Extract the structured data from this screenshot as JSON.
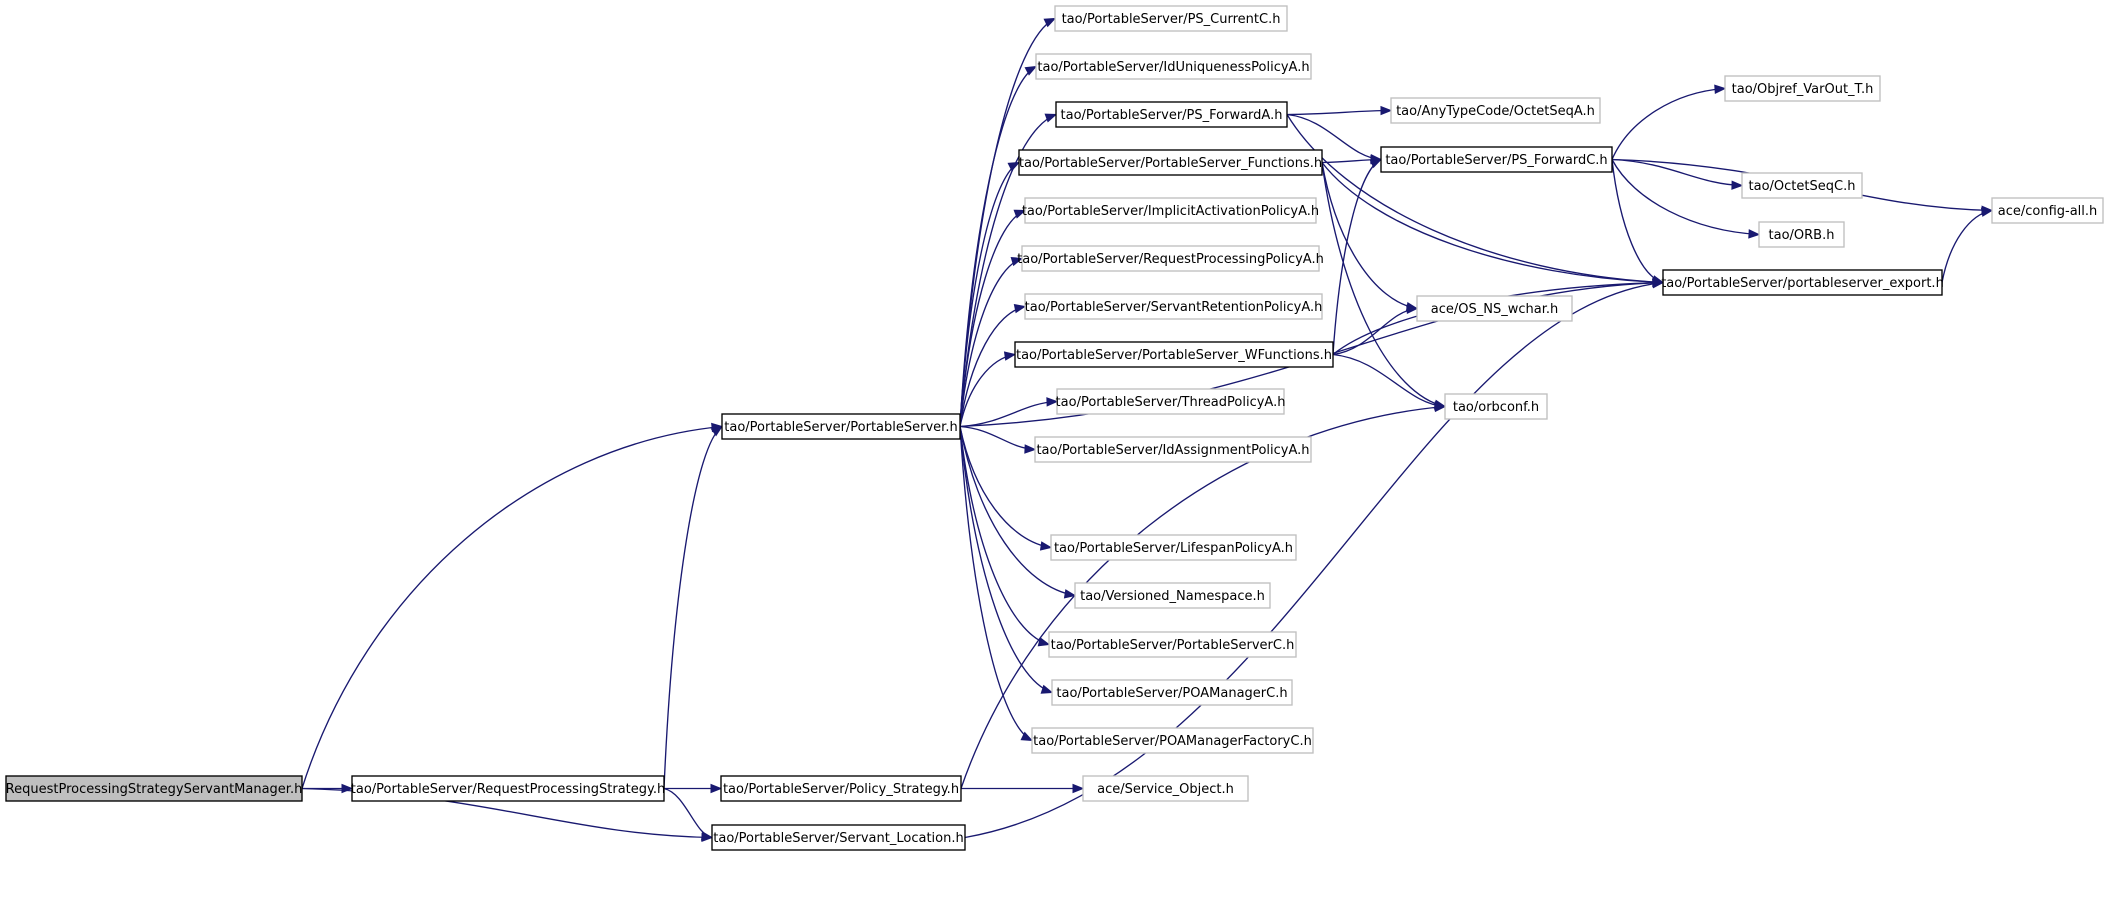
{
  "nodes": [
    {
      "id": "root",
      "label": "RequestProcessingStrategyServantManager.h",
      "kind": "root"
    },
    {
      "id": "rps",
      "label": "tao/PortableServer/RequestProcessingStrategy.h",
      "kind": "strong"
    },
    {
      "id": "pol",
      "label": "tao/PortableServer/Policy_Strategy.h",
      "kind": "strong"
    },
    {
      "id": "svc",
      "label": "ace/Service_Object.h",
      "kind": "light"
    },
    {
      "id": "sloc",
      "label": "tao/PortableServer/Servant_Location.h",
      "kind": "strong"
    },
    {
      "id": "psh",
      "label": "tao/PortableServer/PortableServer.h",
      "kind": "strong"
    },
    {
      "id": "curc",
      "label": "tao/PortableServer/PS_CurrentC.h",
      "kind": "light"
    },
    {
      "id": "iduniq",
      "label": "tao/PortableServer/IdUniquenessPolicyA.h",
      "kind": "light"
    },
    {
      "id": "fwda",
      "label": "tao/PortableServer/PS_ForwardA.h",
      "kind": "strong"
    },
    {
      "id": "anytc",
      "label": "tao/AnyTypeCode/OctetSeqA.h",
      "kind": "light"
    },
    {
      "id": "func",
      "label": "tao/PortableServer/PortableServer_Functions.h",
      "kind": "strong"
    },
    {
      "id": "fwdc",
      "label": "tao/PortableServer/PS_ForwardC.h",
      "kind": "strong"
    },
    {
      "id": "objref",
      "label": "tao/Objref_VarOut_T.h",
      "kind": "light"
    },
    {
      "id": "octc",
      "label": "tao/OctetSeqC.h",
      "kind": "light"
    },
    {
      "id": "orb",
      "label": "tao/ORB.h",
      "kind": "light"
    },
    {
      "id": "cfg",
      "label": "ace/config-all.h",
      "kind": "light"
    },
    {
      "id": "impl",
      "label": "tao/PortableServer/ImplicitActivationPolicyA.h",
      "kind": "light"
    },
    {
      "id": "reqp",
      "label": "tao/PortableServer/RequestProcessingPolicyA.h",
      "kind": "light"
    },
    {
      "id": "sret",
      "label": "tao/PortableServer/ServantRetentionPolicyA.h",
      "kind": "light"
    },
    {
      "id": "wfunc",
      "label": "tao/PortableServer/PortableServer_WFunctions.h",
      "kind": "strong"
    },
    {
      "id": "exp",
      "label": "tao/PortableServer/portableserver_export.h",
      "kind": "strong"
    },
    {
      "id": "wchar",
      "label": "ace/OS_NS_wchar.h",
      "kind": "light"
    },
    {
      "id": "orbconf",
      "label": "tao/orbconf.h",
      "kind": "light"
    },
    {
      "id": "thread",
      "label": "tao/PortableServer/ThreadPolicyA.h",
      "kind": "light"
    },
    {
      "id": "idasg",
      "label": "tao/PortableServer/IdAssignmentPolicyA.h",
      "kind": "light"
    },
    {
      "id": "life",
      "label": "tao/PortableServer/LifespanPolicyA.h",
      "kind": "light"
    },
    {
      "id": "vns",
      "label": "tao/Versioned_Namespace.h",
      "kind": "light"
    },
    {
      "id": "psc",
      "label": "tao/PortableServer/PortableServerC.h",
      "kind": "light"
    },
    {
      "id": "poam",
      "label": "tao/PortableServer/POAManagerC.h",
      "kind": "light"
    },
    {
      "id": "poamf",
      "label": "tao/PortableServer/POAManagerFactoryC.h",
      "kind": "light"
    }
  ],
  "edges": [
    [
      "root",
      "rps"
    ],
    [
      "root",
      "sloc"
    ],
    [
      "root",
      "psh"
    ],
    [
      "rps",
      "pol"
    ],
    [
      "rps",
      "sloc"
    ],
    [
      "rps",
      "psh"
    ],
    [
      "pol",
      "svc"
    ],
    [
      "pol",
      "orbconf"
    ],
    [
      "sloc",
      "exp"
    ],
    [
      "psh",
      "curc"
    ],
    [
      "psh",
      "iduniq"
    ],
    [
      "psh",
      "fwda"
    ],
    [
      "psh",
      "func"
    ],
    [
      "psh",
      "impl"
    ],
    [
      "psh",
      "reqp"
    ],
    [
      "psh",
      "sret"
    ],
    [
      "psh",
      "wfunc"
    ],
    [
      "psh",
      "thread"
    ],
    [
      "psh",
      "idasg"
    ],
    [
      "psh",
      "exp"
    ],
    [
      "psh",
      "life"
    ],
    [
      "psh",
      "vns"
    ],
    [
      "psh",
      "psc"
    ],
    [
      "psh",
      "poam"
    ],
    [
      "psh",
      "poamf"
    ],
    [
      "fwda",
      "anytc"
    ],
    [
      "fwda",
      "fwdc"
    ],
    [
      "fwda",
      "exp"
    ],
    [
      "func",
      "fwdc"
    ],
    [
      "func",
      "exp"
    ],
    [
      "func",
      "wchar"
    ],
    [
      "func",
      "orbconf"
    ],
    [
      "wfunc",
      "fwdc"
    ],
    [
      "wfunc",
      "wchar"
    ],
    [
      "wfunc",
      "exp"
    ],
    [
      "wfunc",
      "orbconf"
    ],
    [
      "fwdc",
      "objref"
    ],
    [
      "fwdc",
      "octc"
    ],
    [
      "fwdc",
      "orb"
    ],
    [
      "fwdc",
      "exp"
    ],
    [
      "fwdc",
      "cfg"
    ],
    [
      "exp",
      "cfg"
    ]
  ]
}
